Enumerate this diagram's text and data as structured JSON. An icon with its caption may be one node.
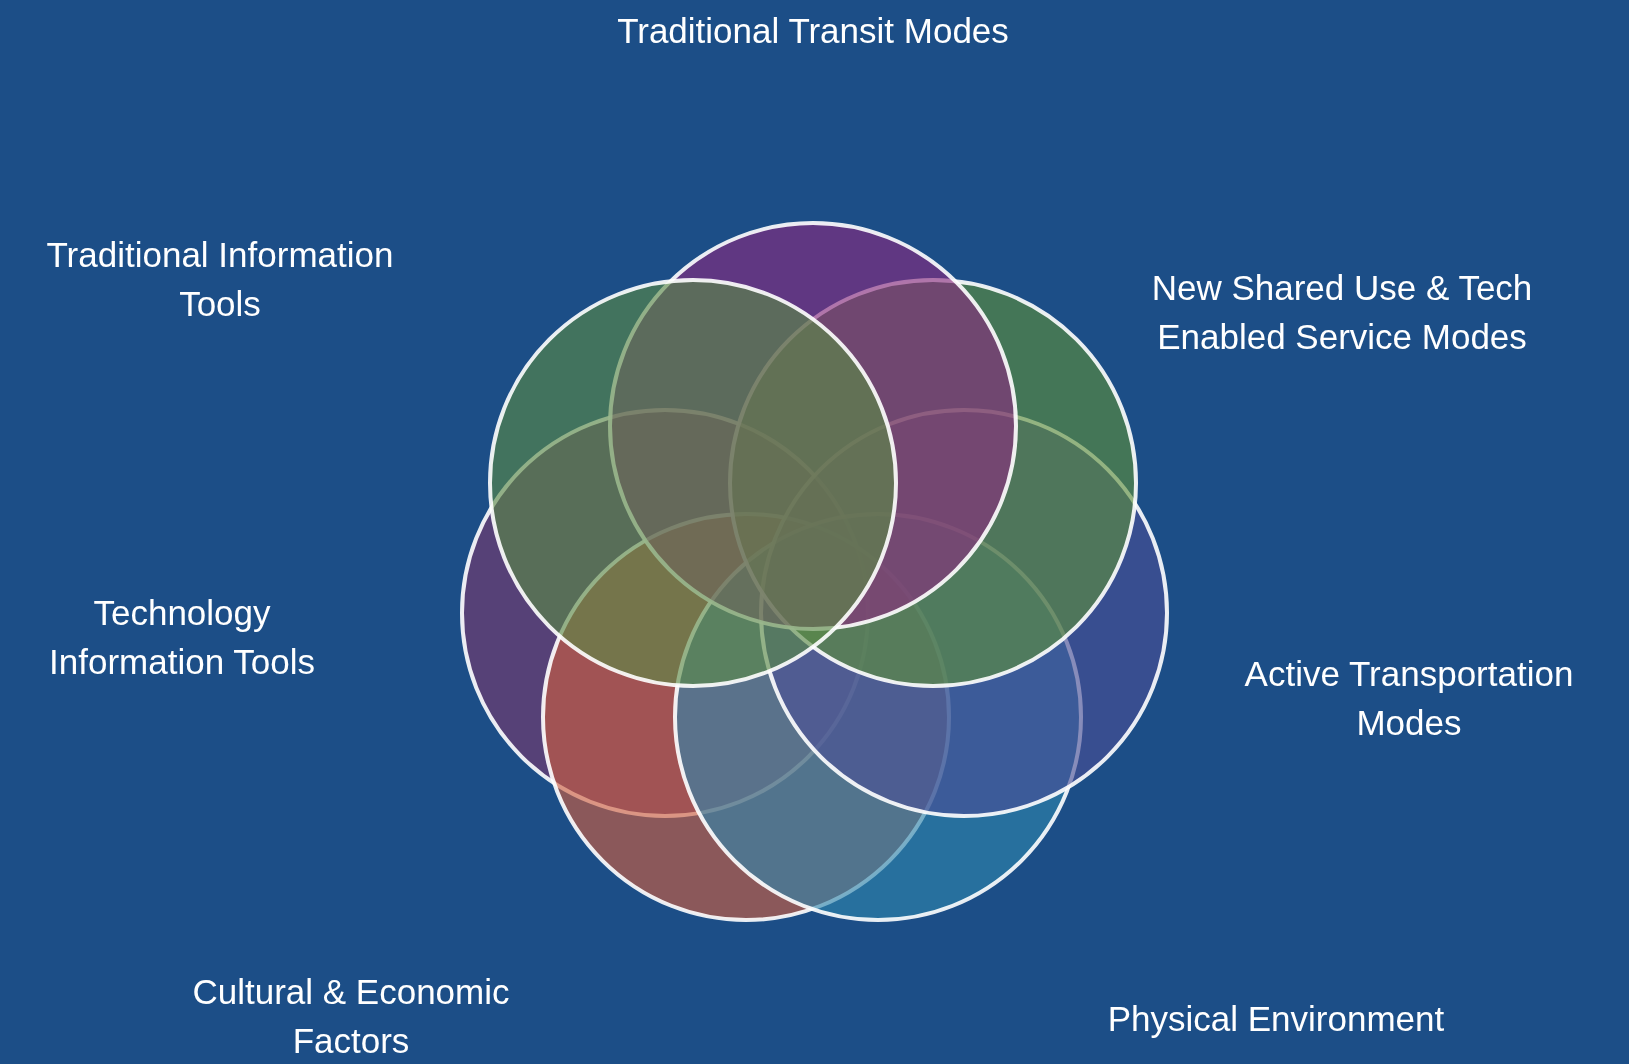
{
  "diagram": {
    "labels": [
      "Traditional Transit Modes",
      "Traditional Information Tools",
      "New Shared Use & Tech Enabled Service Modes",
      "Technology Information Tools",
      "Active Transportation Modes",
      "Cultural & Economic Factors",
      "Physical Environment"
    ]
  }
}
